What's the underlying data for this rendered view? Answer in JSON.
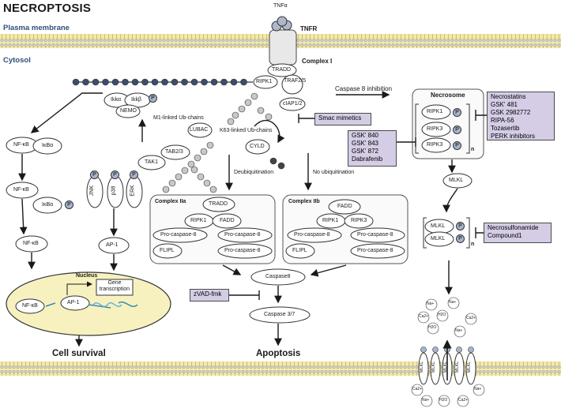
{
  "title": "NECROPTOSIS",
  "compartments": {
    "plasma_membrane": "Plasma membrane",
    "cytosol": "Cytosol",
    "nucleus": "Nucleus"
  },
  "receptor": {
    "ligand": "TNFα",
    "receptor": "TNFR",
    "tradd": "TRADD",
    "complex_label": "Complex I",
    "ripk1": "RIPK1",
    "traf": "TRAF2/5",
    "ciap": "cIAP1/2"
  },
  "ub_labels": {
    "m1": "M1-linked Ub-chains",
    "k63": "K63-linked Ub-chains",
    "lubac": "LUBAC",
    "cyld": "CYLD",
    "deubiquitination": "Deubiquitination",
    "no_ubiquitination": "No ubiquitination",
    "caspase8_inhibition": "Caspase 8 inhibition"
  },
  "nfkb_pathway": {
    "ikka": "Ikkα",
    "ikkb": "Ikkβ",
    "nemo": "NEMO",
    "nfkb": "NF-κB",
    "ikba": "IκBα",
    "p": "P"
  },
  "mapk_pathway": {
    "tab": "TAB2/3",
    "tak1": "TAK1",
    "jnk": "JNK",
    "p38": "p38",
    "erk": "ERK",
    "ap1": "AP-1"
  },
  "nucleus_labels": {
    "nfkb": "NF-κB",
    "ap1": "AP-1",
    "gene": "Gene transcription"
  },
  "complex_iia": {
    "title": "Complex IIa",
    "tradd": "TRADD",
    "ripk1": "RIPK1",
    "fadd": "FADD",
    "procasp_a": "Pro-caspase-8",
    "procasp_b": "Pro-caspase-8",
    "procasp_c": "Pro-caspase-8",
    "flip": "FLIPL"
  },
  "complex_iib": {
    "title": "Complex IIb",
    "fadd": "FADD",
    "ripk1": "RIPK1",
    "ripk3": "RIPK3",
    "procasp_a": "Pro-caspase-8",
    "procasp_b": "Pro-caspase-8",
    "procasp_c": "Pro-caspase-8",
    "flip": "FLIPL"
  },
  "apoptosis": {
    "caspase8": "Caspase8",
    "caspase37": "Caspase 3/7",
    "zvad": "zVAD-fmk",
    "outcome": "Apoptosis"
  },
  "survival_outcome": "Cell survival",
  "necrosome": {
    "title": "Necrosome",
    "ripk1": "RIPK1",
    "ripk3a": "RIPK3",
    "ripk3b": "RIPK3",
    "n": "n",
    "mlkl": "MLKL",
    "mlkl_a": "MLKL",
    "mlkl_b": "MLKL"
  },
  "inhibitors": {
    "smac": "Smac mimetics",
    "ripk1_inhibitors": [
      "Necrostatins",
      "GSK' 481",
      "GSK 2982772",
      "RIPA-56",
      "Tozasertib",
      "PERK  inhibitors"
    ],
    "ripk3_inhibitors": [
      "GSK' 840",
      "GSK' 843",
      "GSK' 872",
      "Dabrafenib"
    ],
    "mlkl_inhibitors": [
      "Necrosulfonamide",
      "Compound1"
    ]
  },
  "ions": {
    "na": "Na+",
    "ca": "Ca2+",
    "h2o": "H2O",
    "pore_unit": "MLKL"
  },
  "colors": {
    "membrane": "#f2e9a8",
    "inhibitor_box": "#d5cde6",
    "nucleus_fill": "#f7f1c0",
    "phospho": "#a8b5cc"
  }
}
